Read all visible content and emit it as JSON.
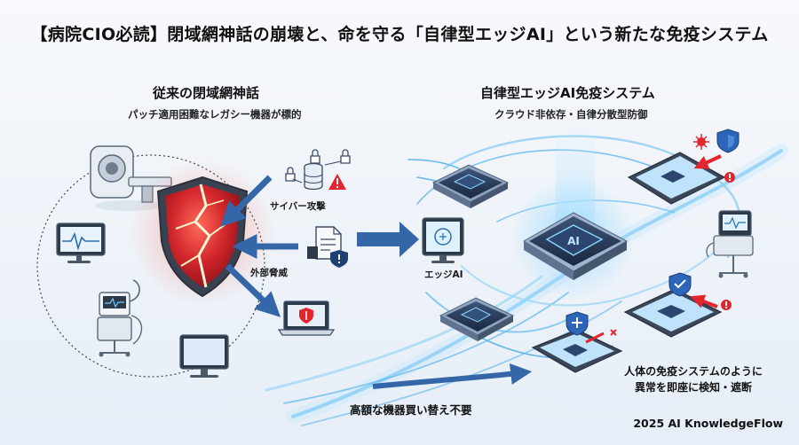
{
  "title": "【病院CIO必読】閉域網神話の崩壊と、命を守る「自律型エッジAI」という新たな免疫システム",
  "left": {
    "heading": "従来の閉域網神話",
    "subheading": "パッチ適用困難なレガシー機器が標的",
    "label_cyber": "サイバー攻撃",
    "label_external": "外部脅威"
  },
  "right": {
    "heading": "自律型エッジAI免疫システム",
    "subheading": "クラウド非依存・自律分散型防御",
    "label_edge": "エッジAI",
    "label_immune_line1": "人体の免疫システムのように",
    "label_immune_line2": "異常を即座に検知・遮断"
  },
  "bottom_label": "高額な機器買い替え不要",
  "credit": "2025 AI KnowledgeFlow",
  "chip_letters": "AI",
  "colors": {
    "threat_red": "#e3262d",
    "arrow_blue": "#3566a8",
    "glow_blue": "#56b8f2",
    "chip_dark": "#1f2f48"
  }
}
